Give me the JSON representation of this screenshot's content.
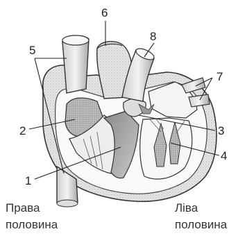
{
  "labels": {
    "n1": "1",
    "n2": "2",
    "n3": "3",
    "n4": "4",
    "n5": "5",
    "n6": "6",
    "n7": "7",
    "n8": "8"
  },
  "sides": {
    "right_line1": "Права",
    "right_line2": "половина",
    "left_line1": "Ліва",
    "left_line2": "половина"
  }
}
